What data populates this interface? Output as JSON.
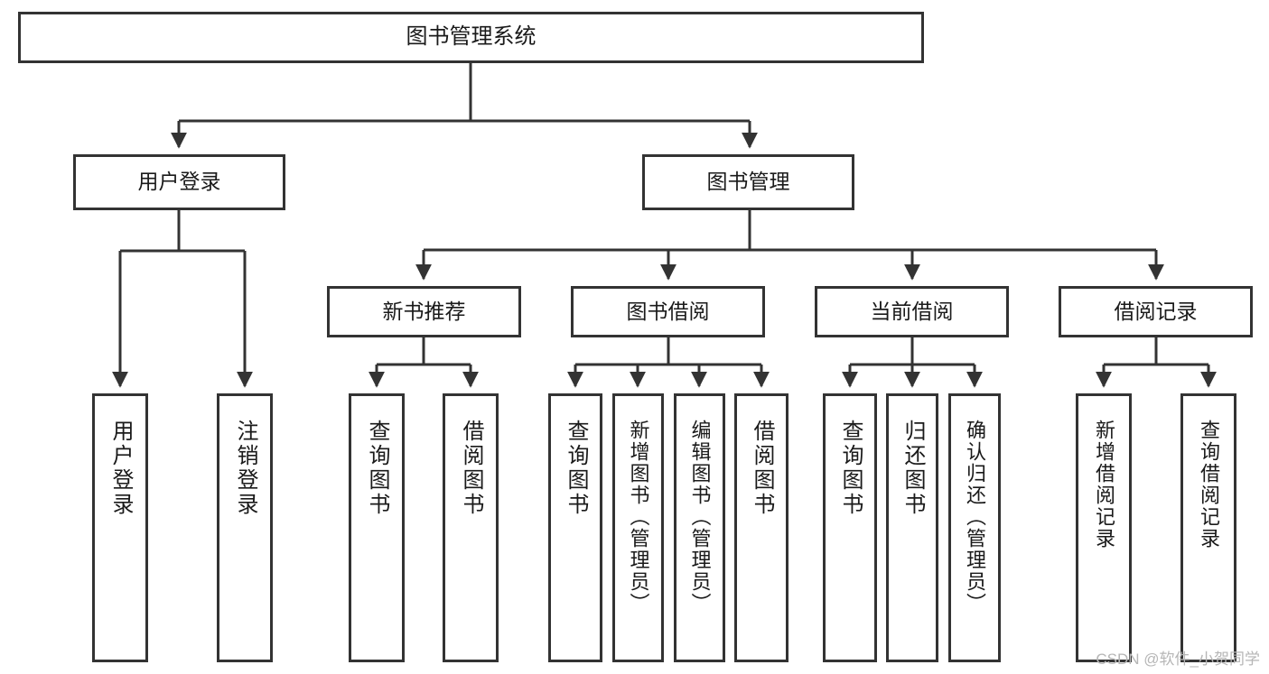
{
  "diagram": {
    "title": "图书管理系统",
    "type": "tree-hierarchy-chart",
    "stroke_color": "#333333",
    "fill_color": "#ffffff",
    "text_color": "#1a1a1a"
  },
  "nodes": {
    "root": {
      "label": "图书管理系统"
    },
    "level2": [
      {
        "label": "用户登录"
      },
      {
        "label": "图书管理"
      }
    ],
    "level3": [
      {
        "label": "新书推荐"
      },
      {
        "label": "图书借阅"
      },
      {
        "label": "当前借阅"
      },
      {
        "label": "借阅记录"
      }
    ],
    "leaves": {
      "user_login": [
        {
          "label": "用户登录"
        },
        {
          "label": "注销登录"
        }
      ],
      "new_book_recommend": [
        {
          "label": "查询图书"
        },
        {
          "label": "借阅图书"
        }
      ],
      "book_borrow": [
        {
          "label": "查询图书"
        },
        {
          "label": "新增图书（管理员）"
        },
        {
          "label": "编辑图书（管理员）"
        },
        {
          "label": "借阅图书"
        }
      ],
      "current_borrow": [
        {
          "label": "查询图书"
        },
        {
          "label": "归还图书"
        },
        {
          "label": "确认归还（管理员）"
        }
      ],
      "borrow_record": [
        {
          "label": "新增借阅记录"
        },
        {
          "label": "查询借阅记录"
        }
      ]
    }
  },
  "watermark": {
    "text": "CSDN @软件_小贺同学"
  }
}
